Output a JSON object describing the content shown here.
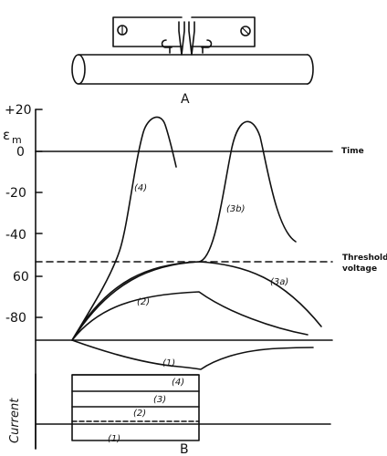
{
  "panel_a": {
    "label": "A"
  },
  "panel_b": {
    "label": "B",
    "y_symbol": "ε",
    "y_symbol_sub": "m",
    "y_ticks": [
      "+20",
      "0",
      "-20",
      "-40",
      "60",
      "-80"
    ],
    "time_label": "Time",
    "threshold_label_1": "Threshold",
    "threshold_label_2": "voltage",
    "curve_labels": [
      "(4)",
      "(3b)",
      "(3a)",
      "(2)",
      "(1)"
    ],
    "current_axis_label": "Current",
    "current_labels": [
      "(4)",
      "(3)",
      "(2)",
      "(1)"
    ]
  }
}
